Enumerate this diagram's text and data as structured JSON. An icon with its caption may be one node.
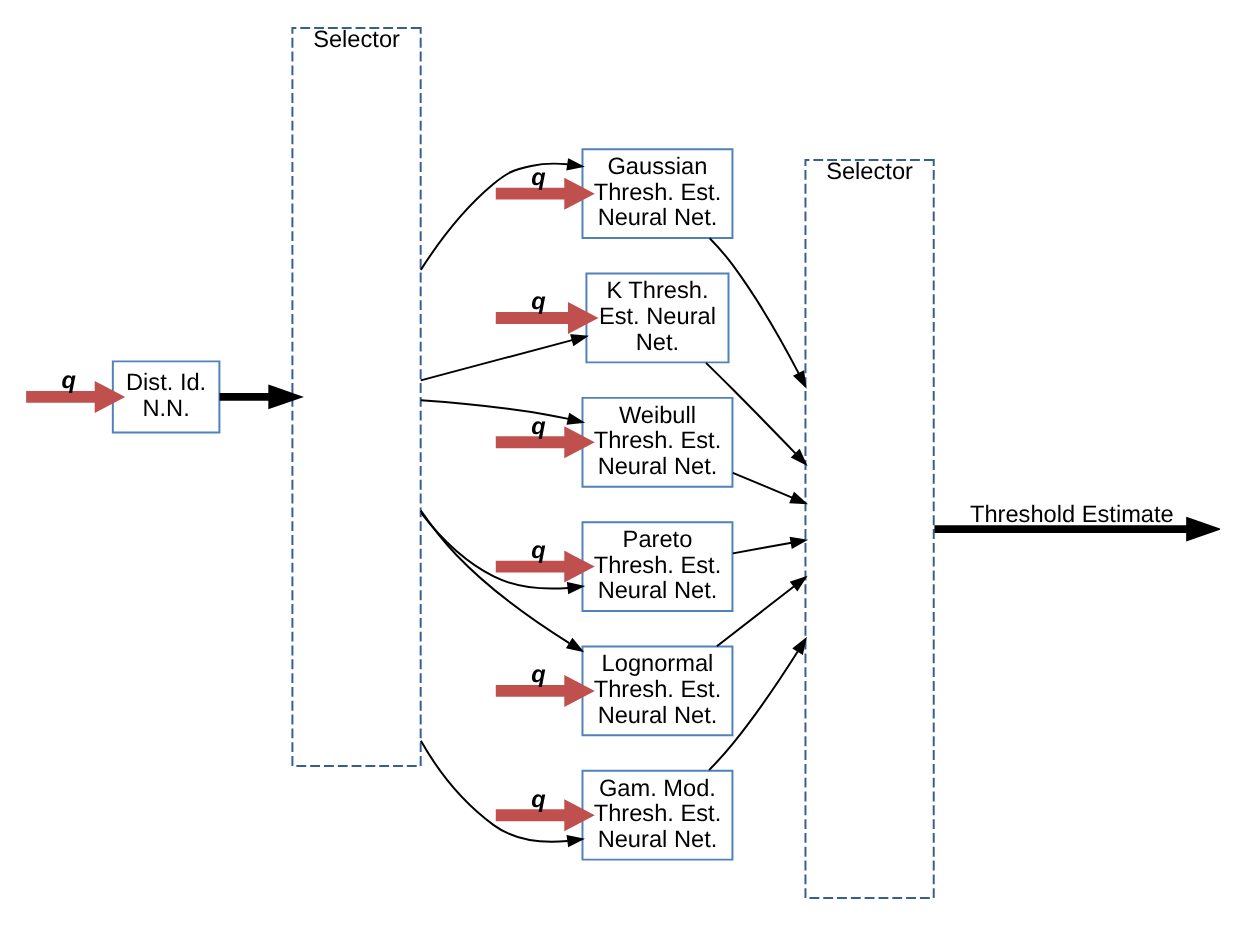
{
  "diagram": {
    "nodes": [
      {
        "text": [
          "Dist. Id. N.N."
        ]
      },
      {
        "text": [
          "Selector"
        ]
      },
      {
        "text": [
          "Gaussian Thresh. Est. Neural Net."
        ]
      },
      {
        "text": [
          "K Thresh. Est. Neural Net."
        ]
      },
      {
        "text": [
          "Weibull Thresh. Est. Neural Net."
        ]
      },
      {
        "text": [
          "Pareto Thresh. Est. Neural Net."
        ]
      },
      {
        "text": [
          "Lognormal Thresh. Est. Neural Net."
        ]
      },
      {
        "text": [
          "Gam. Mod. Thresh. Est. Neural Net."
        ]
      },
      {
        "text": [
          "Selector"
        ]
      }
    ],
    "edges": [
      {
        "from": null,
        "to": 0,
        "arrow": "to",
        "label": "q",
        "style": "thick",
        "color": "#c0504d"
      },
      {
        "from": 0,
        "to": 1,
        "arrow": "to",
        "style": "thick"
      },
      {
        "from": null,
        "to": 2,
        "arrow": "to",
        "label": "q",
        "style": "thick",
        "color": "#c0504d"
      },
      {
        "from": 1,
        "to": 2,
        "arrow": "to"
      },
      {
        "from": 2,
        "to": 8,
        "arrow": "to"
      },
      {
        "from": null,
        "to": 3,
        "arrow": "to",
        "label": "q",
        "style": "thick",
        "color": "#c0504d"
      },
      {
        "from": 1,
        "to": 3,
        "arrow": "to"
      },
      {
        "from": 3,
        "to": 8,
        "arrow": "to"
      },
      {
        "from": null,
        "to": 4,
        "arrow": "to",
        "label": "q",
        "style": "thick",
        "color": "#c0504d"
      },
      {
        "from": 1,
        "to": 4,
        "arrow": "to"
      },
      {
        "from": 4,
        "to": 8,
        "arrow": "to"
      },
      {
        "from": null,
        "to": 5,
        "arrow": "to",
        "label": "q",
        "style": "thick",
        "color": "#c0504d"
      },
      {
        "from": 1,
        "to": 5,
        "arrow": "to"
      },
      {
        "from": 5,
        "to": 8,
        "arrow": "to"
      },
      {
        "from": null,
        "to": 6,
        "arrow": "to",
        "label": "q",
        "style": "thick",
        "color": "#c0504d"
      },
      {
        "from": 1,
        "to": 6,
        "arrow": "to"
      },
      {
        "from": 6,
        "to": 8,
        "arrow": "to"
      },
      {
        "from": null,
        "to": 7,
        "arrow": "to",
        "label": "q",
        "style": "thick",
        "color": "#c0504d"
      },
      {
        "from": 1,
        "to": 7,
        "arrow": "to"
      },
      {
        "from": 7,
        "to": 8,
        "arrow": "to"
      },
      {
        "from": 8,
        "to": null,
        "arrow": "to",
        "label": "Threshold Estimate",
        "style": "thick"
      }
    ]
  }
}
